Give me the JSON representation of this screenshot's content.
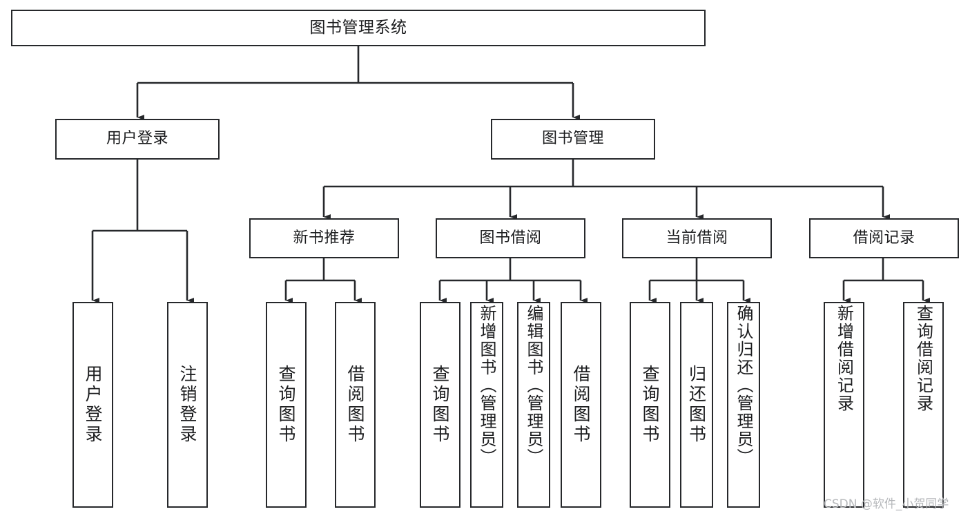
{
  "diagram": {
    "type": "tree",
    "title": "图书管理系统",
    "orientation": "top-down",
    "style": {
      "box_border_color": "#26282b",
      "box_fill_color": "#ffffff",
      "edge_color": "#26282b",
      "text_color": "#1b1c1e",
      "background": "#ffffff"
    },
    "nodes": {
      "root": {
        "label": "图书管理系统"
      },
      "level1": [
        {
          "id": "user-login",
          "label": "用户登录"
        },
        {
          "id": "book-manage",
          "label": "图书管理"
        }
      ],
      "level2": [
        {
          "id": "new-book-rec",
          "label": "新书推荐",
          "parent": "book-manage"
        },
        {
          "id": "book-borrow",
          "label": "图书借阅",
          "parent": "book-manage"
        },
        {
          "id": "current-borrow",
          "label": "当前借阅",
          "parent": "book-manage"
        },
        {
          "id": "borrow-record",
          "label": "借阅记录",
          "parent": "book-manage"
        }
      ],
      "leaves": [
        {
          "id": "leaf-user-login",
          "label": "用户登录",
          "parent": "user-login"
        },
        {
          "id": "leaf-user-logout",
          "label": "注销登录",
          "parent": "user-login"
        },
        {
          "id": "leaf-query-book-1",
          "label": "查询图书",
          "parent": "new-book-rec"
        },
        {
          "id": "leaf-borrow-book-1",
          "label": "借阅图书",
          "parent": "new-book-rec"
        },
        {
          "id": "leaf-query-book-2",
          "label": "查询图书",
          "parent": "book-borrow"
        },
        {
          "id": "leaf-add-book",
          "label": "新增图书（管理员）",
          "parent": "book-borrow"
        },
        {
          "id": "leaf-edit-book",
          "label": "编辑图书（管理员）",
          "parent": "book-borrow"
        },
        {
          "id": "leaf-borrow-book-2",
          "label": "借阅图书",
          "parent": "book-borrow"
        },
        {
          "id": "leaf-query-book-3",
          "label": "查询图书",
          "parent": "current-borrow"
        },
        {
          "id": "leaf-return-book",
          "label": "归还图书",
          "parent": "current-borrow"
        },
        {
          "id": "leaf-confirm-return",
          "label": "确认归还（管理员）",
          "parent": "current-borrow"
        },
        {
          "id": "leaf-add-record",
          "label": "新增借阅记录",
          "parent": "borrow-record"
        },
        {
          "id": "leaf-query-record",
          "label": "查询借阅记录",
          "parent": "borrow-record"
        }
      ]
    }
  },
  "watermark": {
    "text": "CSDN @软件_小贺同学"
  }
}
